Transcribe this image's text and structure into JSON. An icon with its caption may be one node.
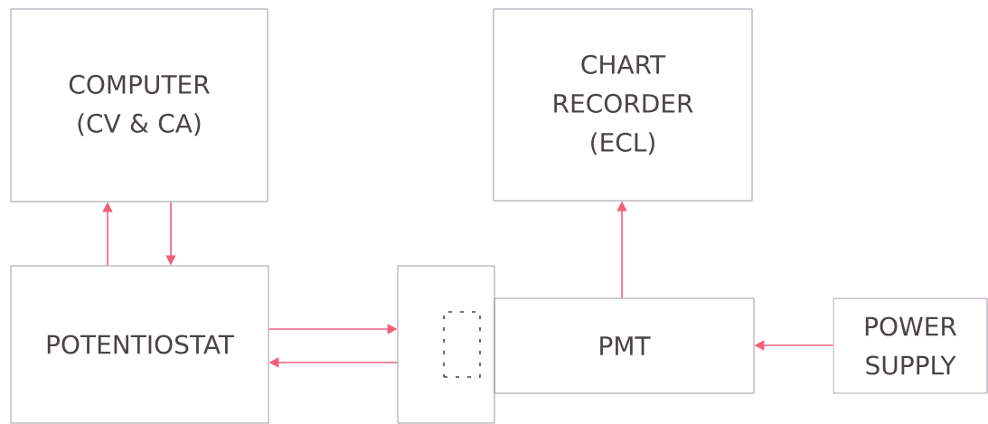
{
  "diagram": {
    "nodes": [
      {
        "text": [
          "COMPUTER (CV & CA)"
        ]
      },
      {
        "text": [
          "CHART RECORDER (ECL)"
        ]
      },
      {
        "text": [
          "POTENTIOSTAT"
        ]
      },
      {
        "text": [],
        "shape": "box"
      },
      {
        "text": [],
        "shape": "box",
        "in": 3
      },
      {
        "text": [
          "PMT"
        ]
      },
      {
        "text": [
          "POWER SUPPLY"
        ]
      }
    ],
    "edges": [
      {
        "from": 2,
        "to": 0,
        "arrow": "to"
      },
      {
        "from": 0,
        "to": 2,
        "arrow": "to"
      },
      {
        "from": 2,
        "to": 3,
        "arrow": "to"
      },
      {
        "from": 3,
        "to": 2,
        "arrow": "to"
      },
      {
        "from": 5,
        "to": 1,
        "arrow": "to"
      },
      {
        "from": 6,
        "to": 5,
        "arrow": "to"
      }
    ]
  }
}
